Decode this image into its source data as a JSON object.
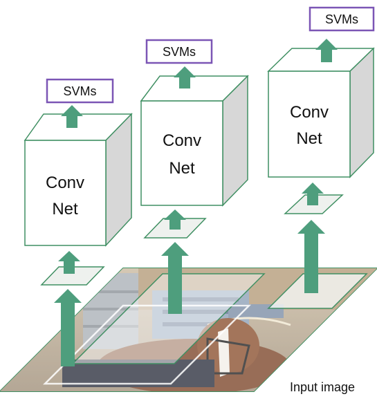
{
  "diagram": {
    "input_label": "Input image",
    "colors": {
      "box_edge": "#3f8f62",
      "box_side": "#d7d7d7",
      "box_front": "#ffffff",
      "arrow": "#4e9e7d",
      "svm_border": "#7b55b5",
      "patch_fill": "#eef1ee"
    },
    "columns": [
      {
        "name": "left",
        "conv_line1": "Conv",
        "conv_line2": "Net",
        "svm_label": "SVMs"
      },
      {
        "name": "middle",
        "conv_line1": "Conv",
        "conv_line2": "Net",
        "svm_label": "SVMs"
      },
      {
        "name": "right",
        "conv_line1": "Conv",
        "conv_line2": "Net",
        "svm_label": "SVMs"
      }
    ]
  }
}
